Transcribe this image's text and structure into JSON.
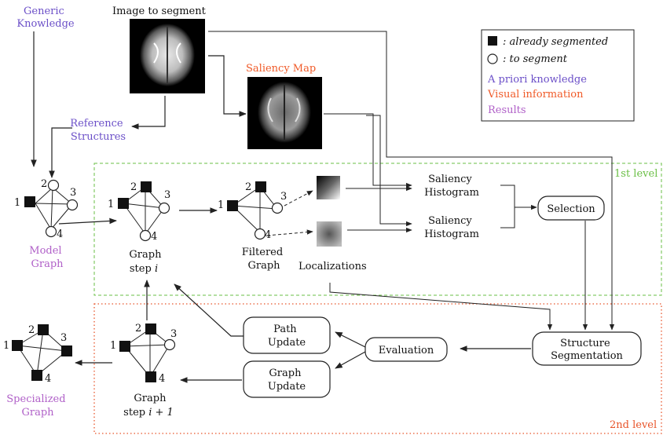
{
  "top": {
    "generic_knowledge": [
      "Generic",
      "Knowledge"
    ],
    "image_to_segment": "Image to segment",
    "saliency_map": "Saliency Map",
    "reference_structures": [
      "Reference",
      "Structures"
    ]
  },
  "legend": {
    "already_segmented": ": already segmented",
    "to_segment": ": to segment",
    "a_priori": "A priori knowledge",
    "visual": "Visual information",
    "results": "Results"
  },
  "levels": {
    "first": "1st level",
    "second": "2nd level"
  },
  "nodes": {
    "n1": "1",
    "n2": "2",
    "n3": "3",
    "n4": "4"
  },
  "labels": {
    "model_graph": [
      "Model",
      "Graph"
    ],
    "graph_step_i": [
      "Graph",
      "step "
    ],
    "step_i_var": "i",
    "filtered_graph": [
      "Filtered",
      "Graph"
    ],
    "localizations": "Localizations",
    "saliency_histogram": [
      "Saliency",
      "Histogram"
    ],
    "selection": "Selection",
    "structure_segmentation": [
      "Structure",
      "Segmentation"
    ],
    "evaluation": "Evaluation",
    "path_update": [
      "Path",
      "Update"
    ],
    "graph_update": [
      "Graph",
      "Update"
    ],
    "graph_step_i1": [
      "Graph",
      "step "
    ],
    "step_i1_var": "i + 1",
    "specialized_graph": [
      "Specialized",
      "Graph"
    ]
  }
}
